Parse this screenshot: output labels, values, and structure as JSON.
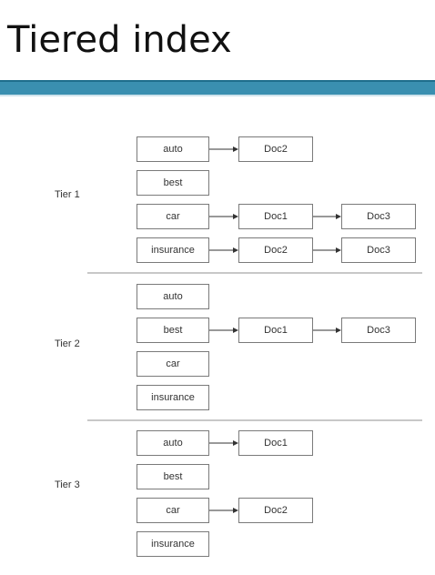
{
  "slide": {
    "title": "Tiered index",
    "accent_color": "#3a8fb0"
  },
  "diagram": {
    "tiers": [
      {
        "label": "Tier 1",
        "rows": [
          {
            "term": "auto",
            "docs": [
              "Doc2"
            ]
          },
          {
            "term": "best",
            "docs": []
          },
          {
            "term": "car",
            "docs": [
              "Doc1",
              "Doc3"
            ]
          },
          {
            "term": "insurance",
            "docs": [
              "Doc2",
              "Doc3"
            ]
          }
        ]
      },
      {
        "label": "Tier 2",
        "rows": [
          {
            "term": "auto",
            "docs": []
          },
          {
            "term": "best",
            "docs": [
              "Doc1",
              "Doc3"
            ]
          },
          {
            "term": "car",
            "docs": []
          },
          {
            "term": "insurance",
            "docs": []
          }
        ]
      },
      {
        "label": "Tier 3",
        "rows": [
          {
            "term": "auto",
            "docs": [
              "Doc1"
            ]
          },
          {
            "term": "best",
            "docs": []
          },
          {
            "term": "car",
            "docs": [
              "Doc2"
            ]
          },
          {
            "term": "insurance",
            "docs": []
          }
        ]
      }
    ]
  }
}
